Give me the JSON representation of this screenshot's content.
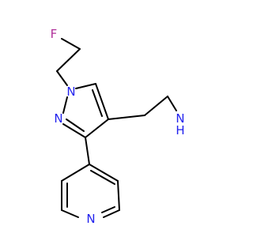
{
  "molecule": {
    "atoms": {
      "F": {
        "text": "F",
        "color": "#b0309a"
      },
      "N1": {
        "text": "N",
        "color": "#2222ee"
      },
      "N2": {
        "text": "N",
        "color": "#2222ee"
      },
      "NH": {
        "text": "H",
        "color": "#2222ee"
      },
      "NA": {
        "text": "N",
        "color": "#2222ee"
      },
      "NPy": {
        "text": "N",
        "color": "#2222ee"
      }
    }
  }
}
